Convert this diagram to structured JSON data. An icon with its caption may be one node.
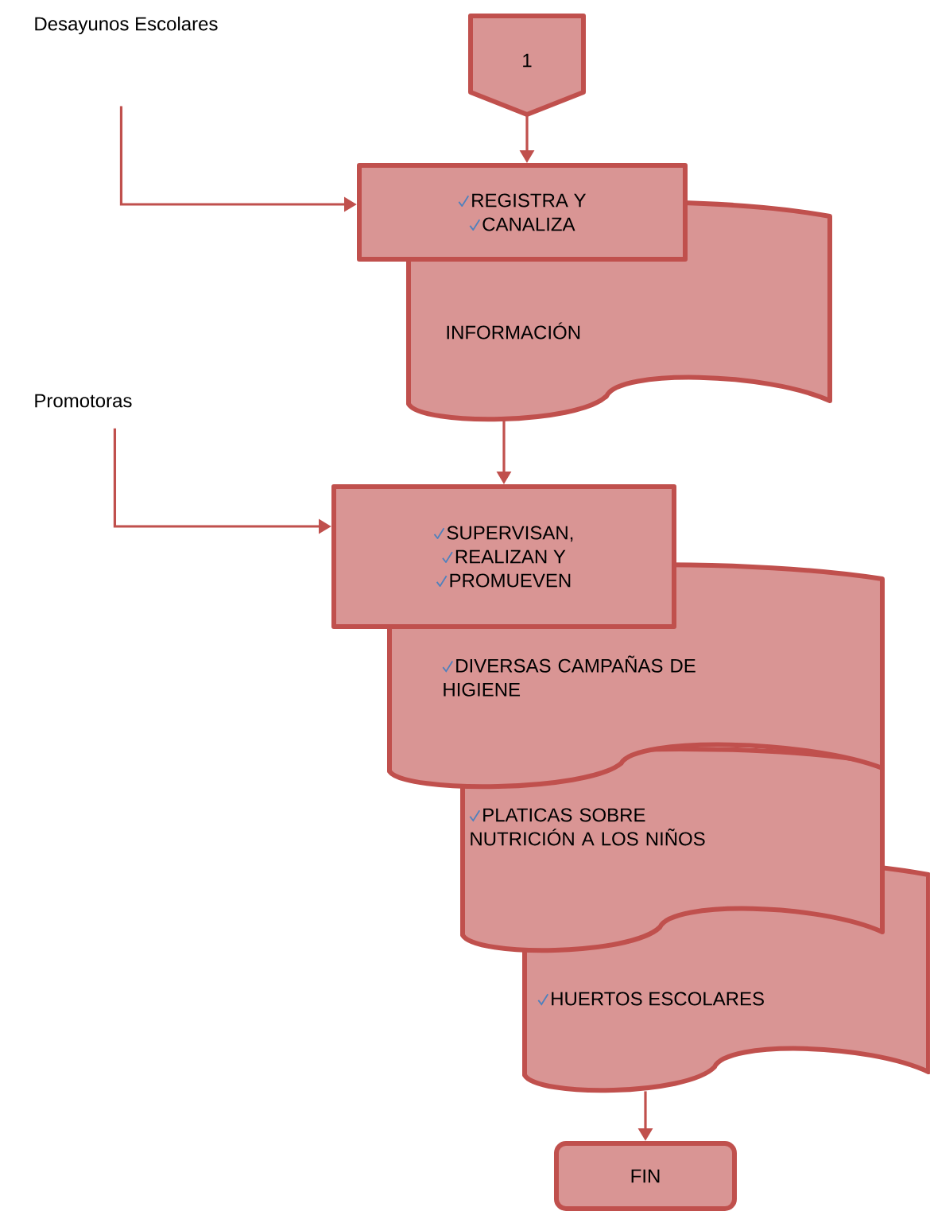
{
  "diagram": {
    "nodes": [
      {
        "text": [
          "Desayunos Escolares"
        ]
      },
      {
        "text": [
          "1"
        ]
      },
      {
        "text": [
          "REGISTRA Y",
          "CANALIZA"
        ]
      },
      {
        "text": [
          "INFORMACIÓN"
        ]
      },
      {
        "text": [
          "Promotoras"
        ]
      },
      {
        "text": [
          "SUPERVISAN,",
          "REALIZAN Y",
          "PROMUEVEN"
        ]
      },
      {
        "text": [
          "DIVERSAS CAMPAÑAS DE HIGIENE"
        ]
      },
      {
        "text": [
          "PLATICAS SOBRE NUTRICIÓN A LOS NIÑOS"
        ]
      },
      {
        "text": [
          "HUERTOS ESCOLARES"
        ]
      },
      {
        "text": [
          "FIN"
        ]
      }
    ],
    "edges": [
      {
        "from": 1,
        "to": 2,
        "arrow": "to"
      },
      {
        "from": 0,
        "to": 2,
        "arrow": "to"
      },
      {
        "from": 3,
        "to": 5,
        "arrow": "to"
      },
      {
        "from": 4,
        "to": 5,
        "arrow": "to"
      },
      {
        "from": 8,
        "to": 9,
        "arrow": "to"
      }
    ]
  }
}
